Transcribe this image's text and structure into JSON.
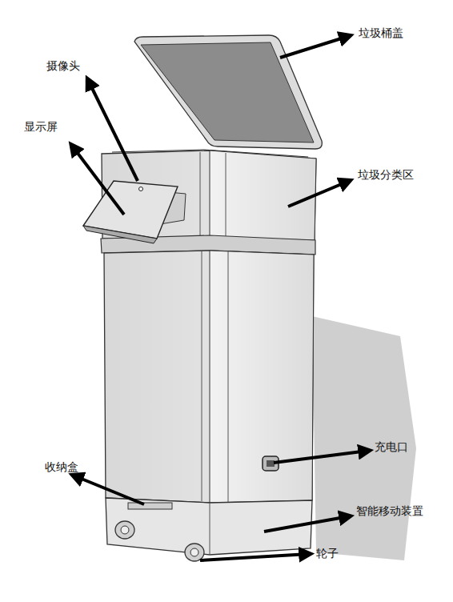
{
  "diagram": {
    "labels": [
      "垃圾桶盖",
      "摄像头",
      "显示屏",
      "垃圾分类区",
      "充电口",
      "收纳盒",
      "智能移动装置",
      "轮子"
    ]
  }
}
